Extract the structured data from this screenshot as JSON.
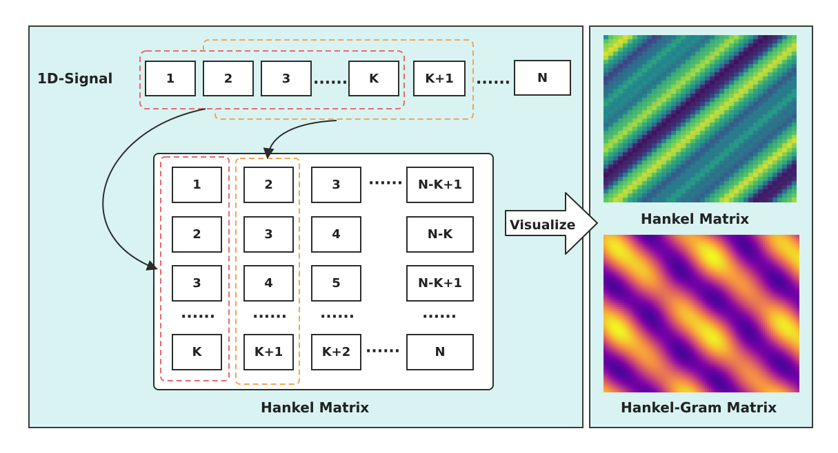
{
  "signal": {
    "label": "1D-Signal",
    "cells": [
      "1",
      "2",
      "3",
      "K",
      "K+1",
      "N"
    ],
    "ellipsis": "······"
  },
  "hankel": {
    "col1": [
      "1",
      "2",
      "3",
      "K"
    ],
    "col2": [
      "2",
      "3",
      "4",
      "K+1"
    ],
    "col3": [
      "3",
      "4",
      "5",
      "K+2"
    ],
    "col4": [
      "N-K+1",
      "N-K",
      "N-K+1",
      "N"
    ],
    "ellipsis": "······",
    "caption": "Hankel Matrix"
  },
  "arrow": {
    "label": "Visualize"
  },
  "visuals": {
    "top_caption": "Hankel Matrix",
    "bottom_caption": "Hankel-Gram Matrix"
  },
  "colors": {
    "panel_bg": "#d8f3f1",
    "red_dash": "#e8696b",
    "orange_dash": "#f2a455"
  }
}
